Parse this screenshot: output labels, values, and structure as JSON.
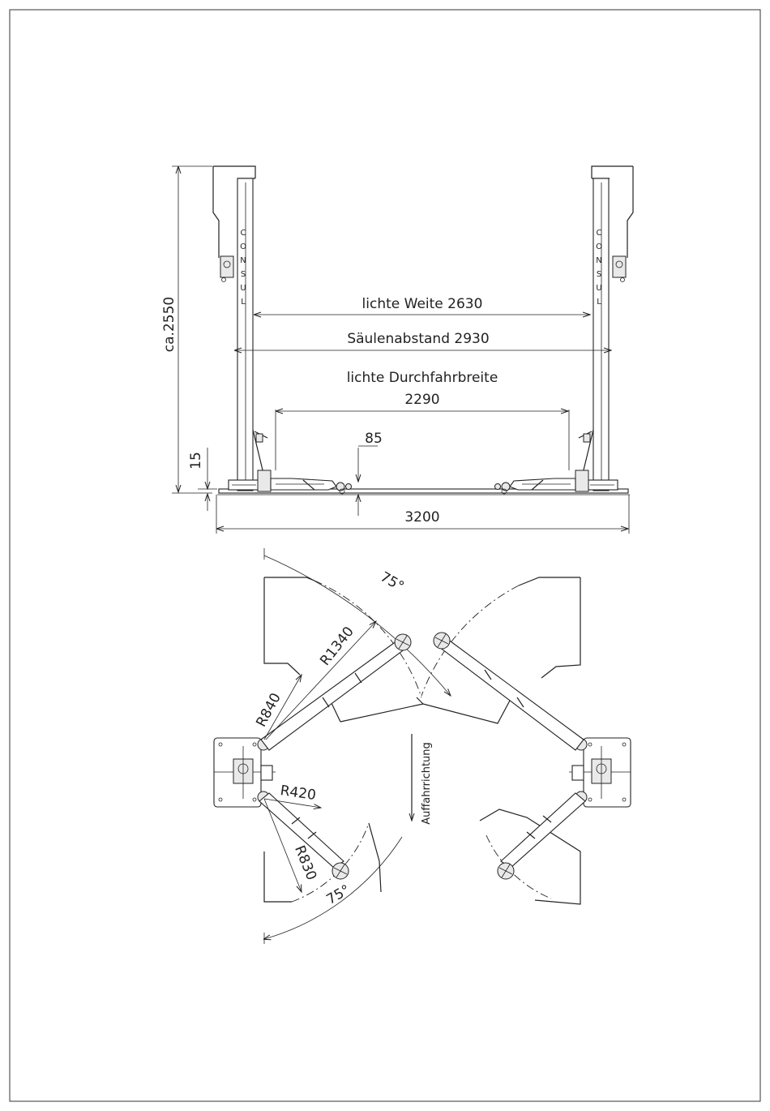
{
  "elevation": {
    "height_label": "ca.2550",
    "clear_width_label": "lichte Weite 2630",
    "column_spacing_label": "Säulenabstand 2930",
    "drive_through_label": "lichte Durchfahrbreite",
    "drive_through_value": "2290",
    "arm_height_label": "85",
    "base_height_label": "15",
    "overall_width_label": "3200",
    "brand_letters": [
      "C",
      "O",
      "N",
      "S",
      "U",
      "L"
    ]
  },
  "plan": {
    "angle_top_label": "75°",
    "angle_bottom_label": "75°",
    "radius_long_top_label": "R1340",
    "radius_short_top_label": "R840",
    "radius_short_bottom_label": "R420",
    "radius_long_bottom_label": "R830",
    "direction_label": "Auffahrrichtung"
  }
}
